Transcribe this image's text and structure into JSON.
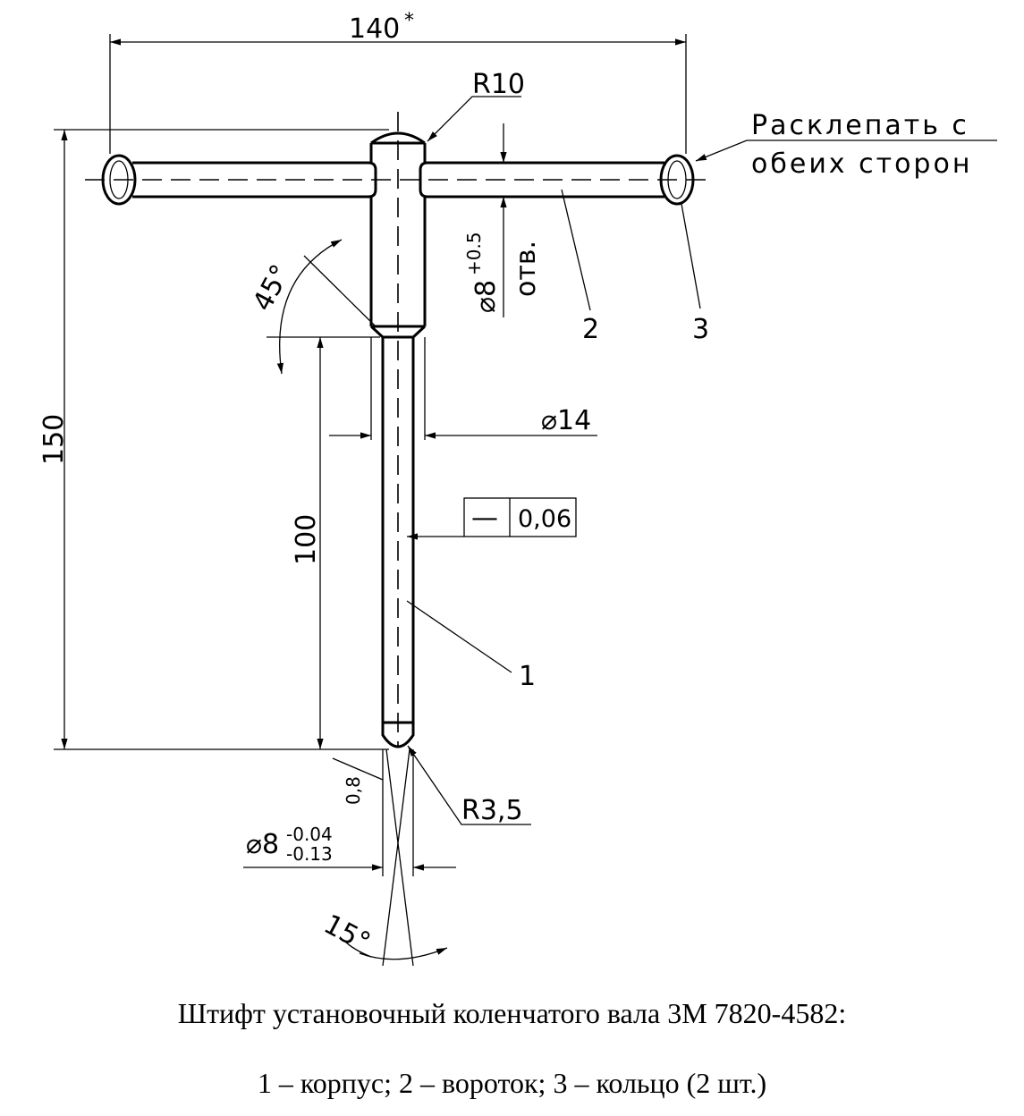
{
  "drawing": {
    "dim_width": "140",
    "dim_width_mark": "*",
    "dim_height": "150",
    "dim_shaft_len": "100",
    "radius_top": "R10",
    "radius_tip": "R3,5",
    "dia_head": "⌀14",
    "dia_hole": "⌀8",
    "dia_hole_tol": "+0.5",
    "hole_note": "отв.",
    "dia_shaft": "⌀8",
    "dia_shaft_tol_upper": "-0.04",
    "dia_shaft_tol_lower": "-0.13",
    "chamfer": "0,8",
    "angle_chamfer": "45°",
    "angle_tip": "15°",
    "straightness_symbol": "—",
    "straightness_value": "0,06",
    "note_line1": "Расклепать с",
    "note_line2": "обеих сторон",
    "callout_1": "1",
    "callout_2": "2",
    "callout_3": "3"
  },
  "caption": {
    "title": "Штифт установочный коленчатого вала 3М 7820-4582:",
    "legend": "1 – корпус; 2 – вороток; 3 – кольцо (2 шт.)"
  }
}
